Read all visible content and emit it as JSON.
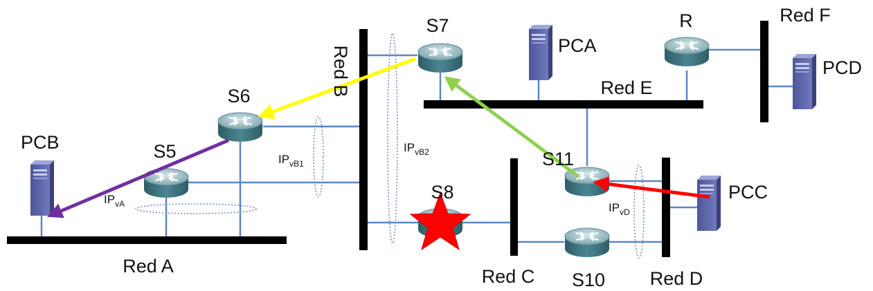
{
  "networks": {
    "red_a": "Red A",
    "red_b": "Red B",
    "red_c": "Red C",
    "red_d": "Red D",
    "red_e": "Red E",
    "red_f": "Red F"
  },
  "routers": {
    "s5": "S5",
    "s6": "S6",
    "s7": "S7",
    "s8": "S8",
    "s10": "S10",
    "s11": "S11",
    "r": "R"
  },
  "hosts": {
    "pca": "PCA",
    "pcb": "PCB",
    "pcc": "PCC",
    "pcd": "PCD"
  },
  "virtual_ips": {
    "va": {
      "base": "IP",
      "sub": "vA"
    },
    "vb1": {
      "base": "IP",
      "sub": "vB1"
    },
    "vb2": {
      "base": "IP",
      "sub": "vB2"
    },
    "vd": {
      "base": "IP",
      "sub": "vD"
    }
  },
  "colors": {
    "link": "#5b86c4",
    "router_body": "#3f7480",
    "router_top": "#a9c6cc",
    "host_body": "#5d66a8",
    "arrow_yellow": "#ffff00",
    "arrow_green": "#8fd14f",
    "arrow_purple": "#7030a0",
    "arrow_red": "#ff0000",
    "failure_star": "#ff0000"
  }
}
